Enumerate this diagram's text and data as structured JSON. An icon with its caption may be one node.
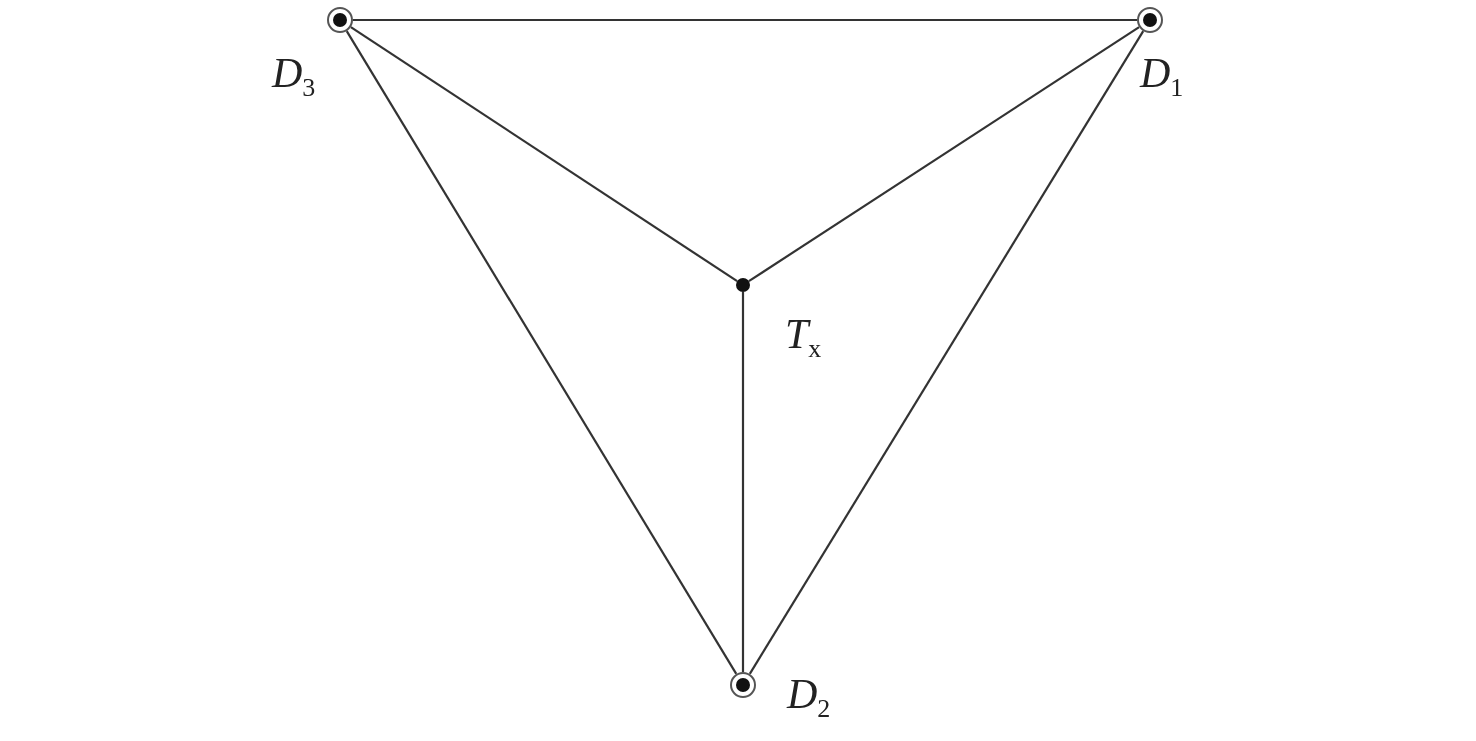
{
  "diagram": {
    "nodes": [
      {
        "text": [
          "*D*$_{3}$"
        ]
      },
      {
        "text": [
          "*D*$_{1}$"
        ]
      },
      {
        "text": [
          "*T*$_{x}$"
        ]
      },
      {
        "text": [
          "*D*$_{2}$"
        ]
      }
    ],
    "edges": [
      {
        "from": 0,
        "to": 1,
        "arrow": "none"
      },
      {
        "from": 0,
        "to": 2,
        "arrow": "none"
      },
      {
        "from": 1,
        "to": 2,
        "arrow": "none"
      },
      {
        "from": 2,
        "to": 3,
        "arrow": "none"
      },
      {
        "from": 0,
        "to": 3,
        "arrow": "none"
      },
      {
        "from": 1,
        "to": 3,
        "arrow": "none"
      }
    ]
  }
}
